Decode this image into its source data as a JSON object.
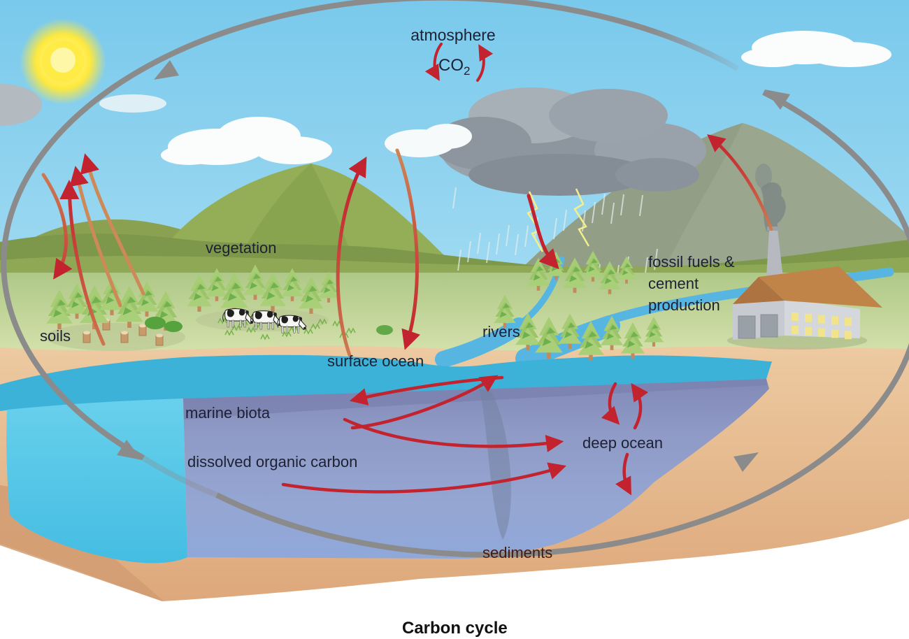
{
  "title": {
    "text": "Carbon cycle"
  },
  "labels": {
    "atmosphere": "atmosphere",
    "co2_main": "CO",
    "co2_sub": "2",
    "vegetation": "vegetation",
    "soils": "soils",
    "surface_ocean": "surface ocean",
    "rivers": "rivers",
    "fossil_line1": "fossil fuels &",
    "fossil_line2": "cement",
    "fossil_line3": "production",
    "marine_biota": "marine biota",
    "dissolved_organic_carbon": "dissolved organic carbon",
    "deep_ocean": "deep ocean",
    "sediments": "sediments"
  },
  "colors": {
    "sky": "#7ac9ec",
    "sun": "#ffe93c",
    "land_green": "#c3d69c",
    "hill_olive": "#85a050",
    "mountain_gray": "#9aa78e",
    "ocean_surface": "#3db2d8",
    "ocean_front_face": "#55c6e8",
    "ocean_cross_section": "#93a0cc",
    "sand": "#e5bc92",
    "cycle_arrow_gray": "#8b8b8c",
    "flux_arrow_red": "#c2232e",
    "flux_arrow_faded": "#cd8a58",
    "label_text": "#1d2133",
    "sediments_text": "#471a0e",
    "title_text": "#111111"
  }
}
